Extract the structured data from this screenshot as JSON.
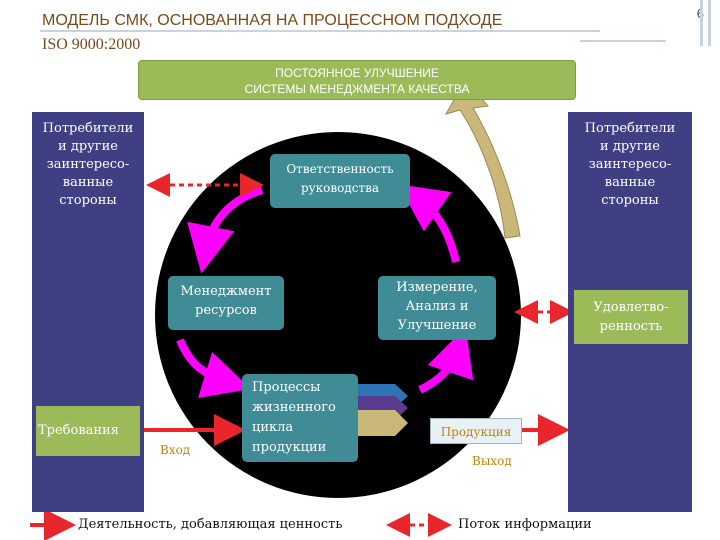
{
  "title": {
    "line1": "МОДЕЛЬ СМК, ОСНОВАННАЯ НА ПРОЦЕССНОМ ПОДХОДЕ",
    "line2": "ISO 9000:2000"
  },
  "page_number": "6",
  "improvement": {
    "line1": "ПОСТОЯННОЕ УЛУЧШЕНИЕ",
    "line2": "СИСТЕМЫ МЕНЕДЖМЕНТА КАЧЕСТВА"
  },
  "left_column": {
    "lines": [
      "Потребители",
      "и другие",
      "заинтересо-",
      "ванные",
      "стороны"
    ],
    "requirements": "Требования"
  },
  "right_column": {
    "lines": [
      "Потребители",
      "и другие",
      "заинтересо-",
      "ванные",
      "стороны"
    ],
    "satisfaction_lines": [
      "Удовлетво-",
      "ренность"
    ]
  },
  "cycle": {
    "responsibility": [
      "Ответственность",
      "руководства"
    ],
    "resources": [
      "Менеджмент",
      "ресурсов"
    ],
    "measurement": [
      "Измерение,",
      "Анализ и",
      "Улучшение"
    ],
    "lifecycle": [
      "Процессы",
      "жизненного",
      "цикла",
      "продукции"
    ]
  },
  "flow": {
    "input": "Вход",
    "product": "Продукция",
    "output": "Выход"
  },
  "legend": {
    "value_activity": "Деятельность, добавляющая ценность",
    "info_flow": "Поток информации"
  },
  "colors": {
    "green": "#9bbb59",
    "navy": "#3f3f83",
    "teal": "#3f8c96",
    "magenta": "#ff00ff",
    "red": "#e8262b",
    "circle": "#000000"
  }
}
